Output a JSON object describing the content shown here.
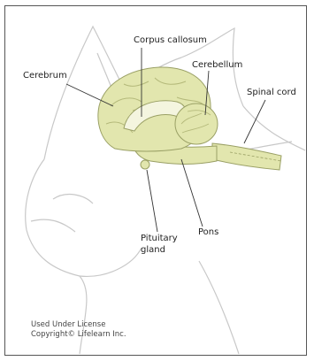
{
  "labels": {
    "corpus_callosum": "Corpus callosum",
    "cerebrum": "Cerebrum",
    "cerebellum": "Cerebellum",
    "spinal_cord": "Spinal cord",
    "pons": "Pons",
    "pituitary_line1": "Pituitary",
    "pituitary_line2": "gland"
  },
  "credits": {
    "line1": "Used Under License",
    "line2": "Copyright© Lifelearn Inc."
  },
  "colors": {
    "brain_fill": "#e2e6ae",
    "brain_stroke": "#9aa065",
    "outline": "#c8c8c8",
    "leader": "#333333"
  }
}
